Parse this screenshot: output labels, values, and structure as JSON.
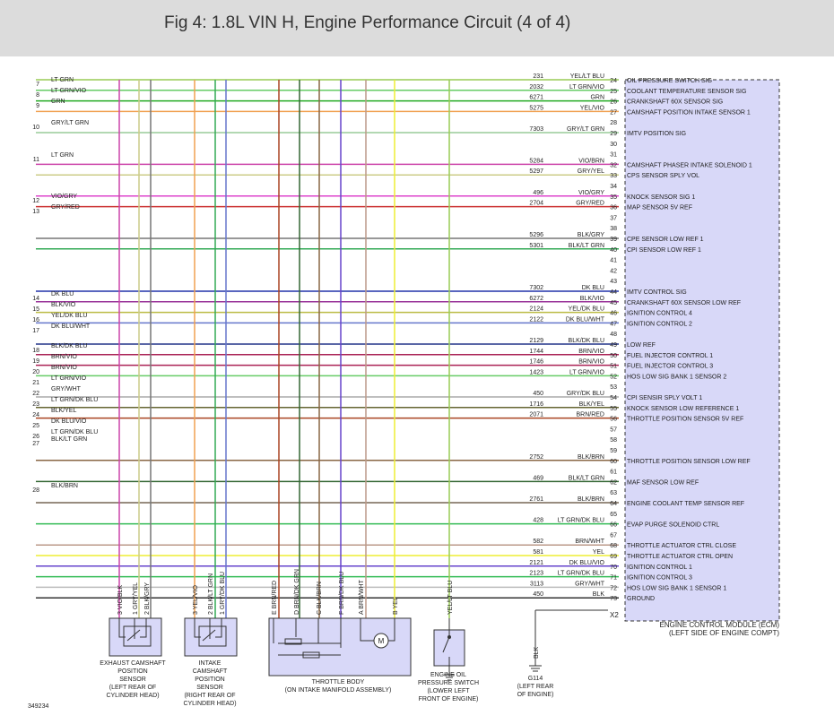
{
  "header": {
    "title": "Fig 4: 1.8L VIN H, Engine Performance Circuit (4 of 4)"
  },
  "colors": {
    "ecm_fill": "#d8d8f8",
    "header_bg": "#dcdcdc"
  },
  "ecm": {
    "label_1": "ENGINE CONTROL MODULE (ECM)",
    "label_2": "(LEFT SIDE OF ENGINE COMPT)",
    "x2": "X2",
    "pins": [
      {
        "pin": "24",
        "circuit": "231",
        "color": "YEL/LT BLU",
        "label": "OIL PRESSURE SWITCH SIG",
        "line": "#99cc55"
      },
      {
        "pin": "25",
        "circuit": "2032",
        "color": "LT GRN/VIO",
        "label": "COOLANT TEMPERATURE SENSOR SIG",
        "line": "#66cc66"
      },
      {
        "pin": "26",
        "circuit": "6271",
        "color": "GRN",
        "label": "CRANKSHAFT 60X SENSOR SIG",
        "line": "#22aa22"
      },
      {
        "pin": "27",
        "circuit": "5275",
        "color": "YEL/VIO",
        "label": "CAMSHAFT POSITION INTAKE SENSOR 1",
        "line": "#f0a050"
      },
      {
        "pin": "28",
        "circuit": "",
        "color": "",
        "label": "",
        "line": ""
      },
      {
        "pin": "29",
        "circuit": "7303",
        "color": "GRY/LT GRN",
        "label": "IMTV POSITION SIG",
        "line": "#99cc99"
      },
      {
        "pin": "30",
        "circuit": "",
        "color": "",
        "label": "",
        "line": ""
      },
      {
        "pin": "31",
        "circuit": "",
        "color": "",
        "label": "",
        "line": ""
      },
      {
        "pin": "32",
        "circuit": "5284",
        "color": "VIO/BRN",
        "label": "CAMSHAFT PHASER INTAKE SOLENOID 1",
        "line": "#cc44aa"
      },
      {
        "pin": "33",
        "circuit": "5297",
        "color": "GRY/YEL",
        "label": "CPS SENSOR SPLY VOL",
        "line": "#cccc88"
      },
      {
        "pin": "34",
        "circuit": "",
        "color": "",
        "label": "",
        "line": ""
      },
      {
        "pin": "35",
        "circuit": "496",
        "color": "VIO/GRY",
        "label": "KNOCK SENSOR SIG 1",
        "line": "#dd44cc"
      },
      {
        "pin": "36",
        "circuit": "2704",
        "color": "GRY/RED",
        "label": "MAP SENSOR 5V REF",
        "line": "#cc3333"
      },
      {
        "pin": "37",
        "circuit": "",
        "color": "",
        "label": "",
        "line": ""
      },
      {
        "pin": "38",
        "circuit": "",
        "color": "",
        "label": "",
        "line": ""
      },
      {
        "pin": "39",
        "circuit": "5296",
        "color": "BLK/GRY",
        "label": "CPE SENSOR LOW REF 1",
        "line": "#777777"
      },
      {
        "pin": "40",
        "circuit": "5301",
        "color": "BLK/LT GRN",
        "label": "CPI SENSOR LOW REF 1",
        "line": "#33aa55"
      },
      {
        "pin": "41",
        "circuit": "",
        "color": "",
        "label": "",
        "line": ""
      },
      {
        "pin": "42",
        "circuit": "",
        "color": "",
        "label": "",
        "line": ""
      },
      {
        "pin": "43",
        "circuit": "",
        "color": "",
        "label": "",
        "line": ""
      },
      {
        "pin": "44",
        "circuit": "7302",
        "color": "DK BLU",
        "label": "IMTV CONTROL SIG",
        "line": "#2233aa"
      },
      {
        "pin": "45",
        "circuit": "6272",
        "color": "BLK/VIO",
        "label": "CRANKSHAFT 60X SENSOR LOW REF",
        "line": "#993399"
      },
      {
        "pin": "46",
        "circuit": "2124",
        "color": "YEL/DK BLU",
        "label": "IGNITION CONTROL 4",
        "line": "#bbbb44"
      },
      {
        "pin": "47",
        "circuit": "2122",
        "color": "DK BLU/WHT",
        "label": "IGNITION CONTROL 2",
        "line": "#6677cc"
      },
      {
        "pin": "48",
        "circuit": "",
        "color": "",
        "label": "",
        "line": ""
      },
      {
        "pin": "49",
        "circuit": "2129",
        "color": "BLK/DK BLU",
        "label": "LOW REF",
        "line": "#223388"
      },
      {
        "pin": "50",
        "circuit": "1744",
        "color": "BRN/VIO",
        "label": "FUEL INJECTOR CONTROL 1",
        "line": "#aa2255"
      },
      {
        "pin": "51",
        "circuit": "1746",
        "color": "BRN/VIO",
        "label": "FUEL INJECTOR CONTROL 3",
        "line": "#aa2255"
      },
      {
        "pin": "52",
        "circuit": "1423",
        "color": "LT GRN/VIO",
        "label": "HOS LOW SIG BANK 1 SENSOR 2",
        "line": "#66cc66"
      },
      {
        "pin": "53",
        "circuit": "",
        "color": "",
        "label": "",
        "line": ""
      },
      {
        "pin": "54",
        "circuit": "450",
        "color": "GRY/DK BLU",
        "label": "CPI SENSIR SPLY VOLT 1",
        "line": "#aaaaaa"
      },
      {
        "pin": "55",
        "circuit": "1716",
        "color": "BLK/YEL",
        "label": "KNOCK SENSOR LOW REFERENCE 1",
        "line": "#666633"
      },
      {
        "pin": "56",
        "circuit": "2071",
        "color": "BRN/RED",
        "label": "THROTTLE POSITION SENSOR 5V REF",
        "line": "#aa4422"
      },
      {
        "pin": "57",
        "circuit": "",
        "color": "",
        "label": "",
        "line": ""
      },
      {
        "pin": "58",
        "circuit": "",
        "color": "",
        "label": "",
        "line": ""
      },
      {
        "pin": "59",
        "circuit": "",
        "color": "",
        "label": "",
        "line": ""
      },
      {
        "pin": "60",
        "circuit": "2752",
        "color": "BLK/BRN",
        "label": "THROTTLE POSITION SENSOR LOW REF",
        "line": "#886644"
      },
      {
        "pin": "61",
        "circuit": "",
        "color": "",
        "label": "",
        "line": ""
      },
      {
        "pin": "62",
        "circuit": "469",
        "color": "BLK/LT GRN",
        "label": "MAF SENSOR LOW REF",
        "line": "#336633"
      },
      {
        "pin": "63",
        "circuit": "",
        "color": "",
        "label": "",
        "line": ""
      },
      {
        "pin": "64",
        "circuit": "2761",
        "color": "BLK/BRN",
        "label": "ENGINE COOLANT TEMP SENSOR REF",
        "line": "#776655"
      },
      {
        "pin": "65",
        "circuit": "",
        "color": "",
        "label": "",
        "line": ""
      },
      {
        "pin": "66",
        "circuit": "428",
        "color": "LT GRN/DK BLU",
        "label": "EVAP PURGE SOLENOID CTRL",
        "line": "#33bb55"
      },
      {
        "pin": "67",
        "circuit": "",
        "color": "",
        "label": "",
        "line": ""
      },
      {
        "pin": "68",
        "circuit": "582",
        "color": "BRN/WHT",
        "label": "THROTTLE ACTUATOR CTRL CLOSE",
        "line": "#bb9988"
      },
      {
        "pin": "69",
        "circuit": "581",
        "color": "YEL",
        "label": "THROTTLE ACTUATOR CTRL OPEN",
        "line": "#eeee33"
      },
      {
        "pin": "70",
        "circuit": "2121",
        "color": "DK BLU/VIO",
        "label": "IGNITION CONTROL 1",
        "line": "#6644cc"
      },
      {
        "pin": "71",
        "circuit": "2123",
        "color": "LT GRN/DK BLU",
        "label": "IGNITION CONTROL 3",
        "line": "#33bb55"
      },
      {
        "pin": "72",
        "circuit": "3113",
        "color": "GRY/WHT",
        "label": "HOS LOW SIG BANK 1 SENSOR 1",
        "line": "#bbbbbb"
      },
      {
        "pin": "73",
        "circuit": "450",
        "color": "BLK",
        "label": "GROUND",
        "line": "#333333"
      }
    ]
  },
  "left_wires": [
    {
      "n": "7",
      "label": "LT GRN",
      "line": "#44cc44"
    },
    {
      "n": "8",
      "label": "LT GRN/VIO",
      "line": "#66cc66"
    },
    {
      "n": "9",
      "label": "GRN",
      "line": "#22aa22"
    },
    {
      "n": "10",
      "label": "GRY/LT GRN",
      "line": "#99cc99"
    },
    {
      "n": "11",
      "label": "LT GRN",
      "line": "#44cc44"
    },
    {
      "n": "12",
      "label": "VIO/GRY",
      "line": "#dd44cc"
    },
    {
      "n": "13",
      "label": "GRY/RED",
      "line": "#cc3333"
    },
    {
      "n": "14",
      "label": "DK BLU",
      "line": "#2233aa"
    },
    {
      "n": "15",
      "label": "BLK/VIO",
      "line": "#993399"
    },
    {
      "n": "16",
      "label": "YEL/DK BLU",
      "line": "#bbbb44"
    },
    {
      "n": "17",
      "label": "DK BLU/WHT",
      "line": "#6677cc"
    },
    {
      "n": "18",
      "label": "BLK/DK BLU",
      "line": "#223388"
    },
    {
      "n": "19",
      "label": "BRN/VIO",
      "line": "#aa2255"
    },
    {
      "n": "20",
      "label": "BRN/VIO",
      "line": "#aa2255"
    },
    {
      "n": "21",
      "label": "LT GRN/VIO",
      "line": "#66cc66"
    },
    {
      "n": "22",
      "label": "GRY/WHT",
      "line": "#bbbbbb"
    },
    {
      "n": "23",
      "label": "LT GRN/DK BLU",
      "line": "#33bb55"
    },
    {
      "n": "24",
      "label": "BLK/YEL",
      "line": "#666633"
    },
    {
      "n": "25",
      "label": "DK BLU/VIO",
      "line": "#6644cc"
    },
    {
      "n": "26",
      "label": "LT GRN/DK BLU",
      "line": "#33bb55"
    },
    {
      "n": "27",
      "label": "BLK/LT GRN",
      "line": "#336633"
    },
    {
      "n": "28",
      "label": "BLK/BRN",
      "line": "#776655"
    }
  ],
  "components": {
    "exhaust_cam": {
      "pins": [
        {
          "num": "3",
          "wire": "VIO/BLK"
        },
        {
          "num": "1",
          "wire": "GRY/YEL"
        },
        {
          "num": "2",
          "wire": "BLK/GRY"
        }
      ],
      "label": [
        "EXHAUST CAMSHAFT",
        "POSITION",
        "SENSOR",
        "(LEFT REAR OF",
        "CYLINDER HEAD)"
      ]
    },
    "intake_cam": {
      "pins": [
        {
          "num": "3",
          "wire": "YEL/VIO"
        },
        {
          "num": "2",
          "wire": "BLK/LT GRN"
        },
        {
          "num": "1",
          "wire": "GRY/DK BLU"
        }
      ],
      "label": [
        "INTAKE",
        "CAMSHAFT",
        "POSITION",
        "SENSOR",
        "(RIGHT REAR OF",
        "CYLINDER HEAD)"
      ]
    },
    "throttle_body": {
      "pins": [
        {
          "num": "E",
          "wire": "BRN/RED"
        },
        {
          "num": "D",
          "wire": "BRN/DK GRN"
        },
        {
          "num": "C",
          "wire": "BLK/BRN"
        },
        {
          "num": "F",
          "wire": "BRN/DK BLU"
        },
        {
          "num": "A",
          "wire": "BRN/WHT"
        },
        {
          "num": "B",
          "wire": "YEL"
        }
      ],
      "motor": "M",
      "label": [
        "THROTTLE BODY",
        "(ON INTAKE MANIFOLD ASSEMBLY)"
      ]
    },
    "oil_switch": {
      "wire": "YEL/LT BLU",
      "label": [
        "ENGINE OIL",
        "PRESSURE SWITCH",
        "(LOWER LEFT",
        "FRONT OF ENGINE)"
      ]
    },
    "ground": {
      "wire": "BLK",
      "name": "G114",
      "label": [
        "(LEFT REAR",
        "OF ENGINE)"
      ]
    }
  },
  "figure_id": "349234"
}
